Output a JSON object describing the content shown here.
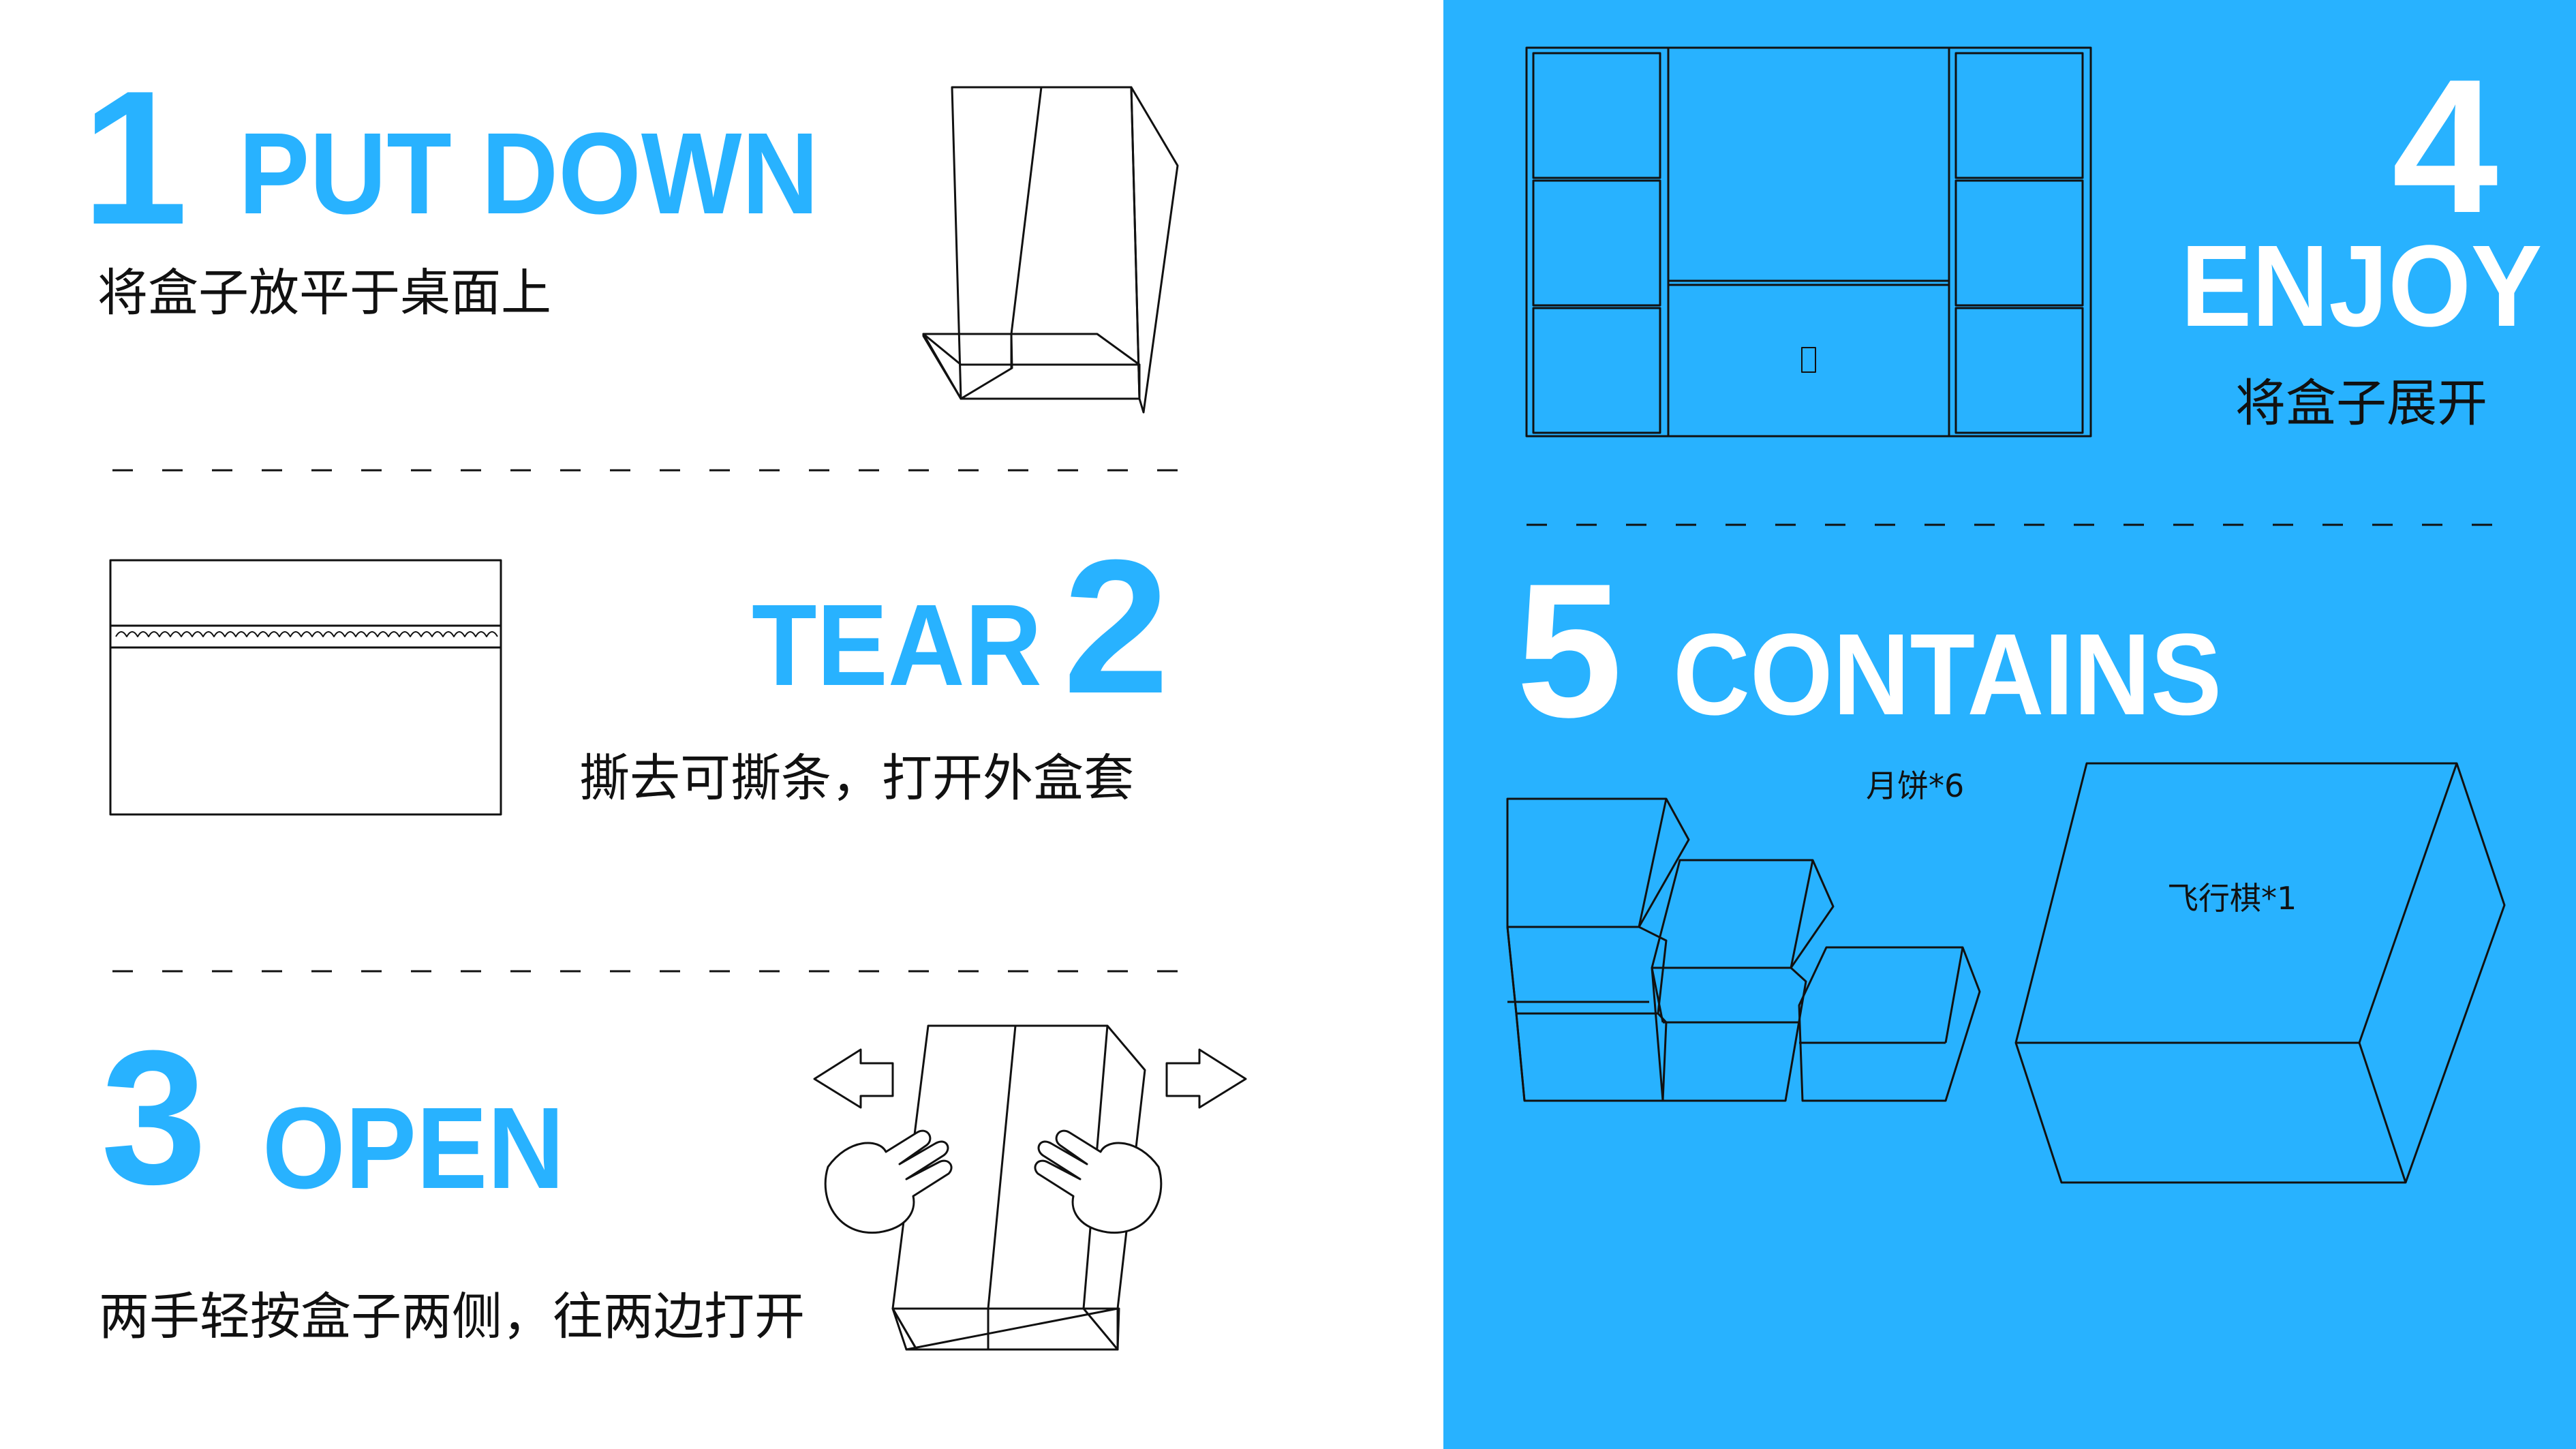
{
  "steps": [
    {
      "number": "1",
      "title": "PUT DOWN",
      "caption": "将盒子放平于桌面上"
    },
    {
      "number": "2",
      "title": "TEAR",
      "caption": "撕去可撕条，打开外盒套"
    },
    {
      "number": "3",
      "title": "OPEN",
      "caption": "两手轻按盒子两侧，往两边打开"
    },
    {
      "number": "4",
      "title": "ENJOY",
      "caption": "将盒子展开"
    },
    {
      "number": "5",
      "title": "CONTAINS",
      "caption": ""
    }
  ],
  "contents": {
    "mooncake_label": "月饼*6",
    "game_label": "飞行棋*1"
  },
  "colors": {
    "accent": "#28b2ff",
    "background": "#ffffff",
    "line": "#111111"
  }
}
